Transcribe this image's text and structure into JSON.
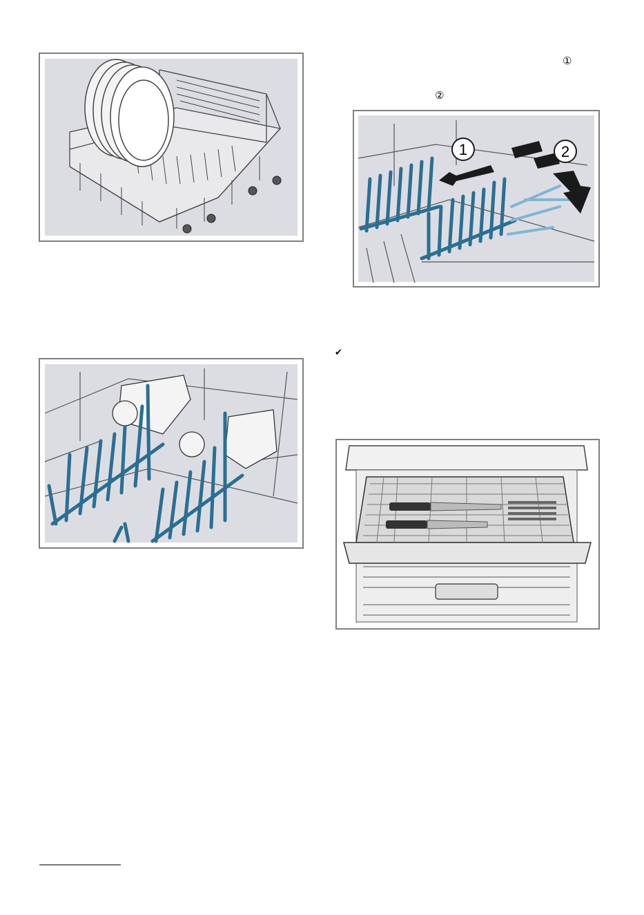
{
  "step_markers": {
    "marker_1": "①",
    "marker_2": "②",
    "check": "✔"
  },
  "figures": {
    "rack_callouts": [
      "1",
      "2"
    ]
  },
  "colors": {
    "figure_border": "#7f7f7f",
    "figure_background": "#dcdde3",
    "tine_blue": "#2a6f93",
    "tine_blue_light": "#7fb6d4",
    "arrow_dark": "#1a1a1a"
  }
}
